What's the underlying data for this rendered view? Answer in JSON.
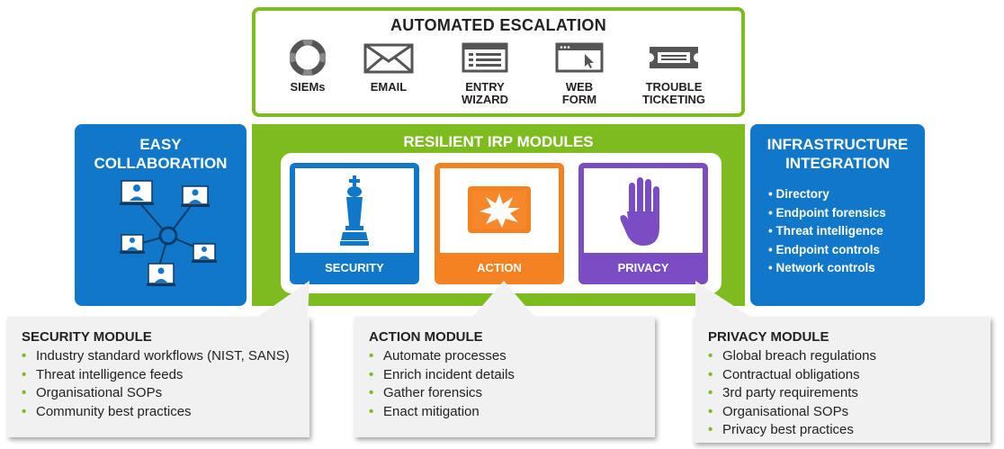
{
  "escalation": {
    "title": "AUTOMATED ESCALATION",
    "items": [
      {
        "label_1": "SIEMs",
        "label_2": "",
        "icon": "lifebuoy-icon"
      },
      {
        "label_1": "EMAIL",
        "label_2": "",
        "icon": "envelope-icon"
      },
      {
        "label_1": "ENTRY",
        "label_2": "WIZARD",
        "icon": "form-list-icon"
      },
      {
        "label_1": "WEB",
        "label_2": "FORM",
        "icon": "browser-cursor-icon"
      },
      {
        "label_1": "TROUBLE",
        "label_2": "TICKETING",
        "icon": "ticket-icon"
      }
    ]
  },
  "collaboration": {
    "title_1": "EASY",
    "title_2": "COLLABORATION",
    "icon": "network-users-icon"
  },
  "modules": {
    "title": "RESILIENT IRP MODULES",
    "cards": [
      {
        "label": "SECURITY",
        "icon": "chess-king-icon",
        "color": "#1177c8"
      },
      {
        "label": "ACTION",
        "icon": "explosion-icon",
        "color": "#f58220"
      },
      {
        "label": "PRIVACY",
        "icon": "stop-hand-icon",
        "color": "#7b4dc4"
      }
    ]
  },
  "infrastructure": {
    "title_1": "INFRASTRUCTURE",
    "title_2": "INTEGRATION",
    "items": [
      "• Directory",
      "• Endpoint forensics",
      "• Threat intelligence",
      "• Endpoint controls",
      "• Network controls"
    ]
  },
  "security_module": {
    "title": "SECURITY MODULE",
    "items": [
      "Industry standard workflows (NIST, SANS)",
      "Threat intelligence feeds",
      "Organisational SOPs",
      "Community best practices"
    ]
  },
  "action_module": {
    "title": "ACTION MODULE",
    "items": [
      "Automate processes",
      "Enrich incident details",
      "Gather forensics",
      "Enact mitigation"
    ]
  },
  "privacy_module": {
    "title": "PRIVACY MODULE",
    "items": [
      "Global breach regulations",
      "Contractual obligations",
      "3rd party requirements",
      "Organisational SOPs",
      "Privacy best practices"
    ]
  },
  "colors": {
    "green": "#7dbb1e",
    "blue": "#1177c8",
    "orange": "#f58220",
    "purple": "#7b4dc4"
  }
}
